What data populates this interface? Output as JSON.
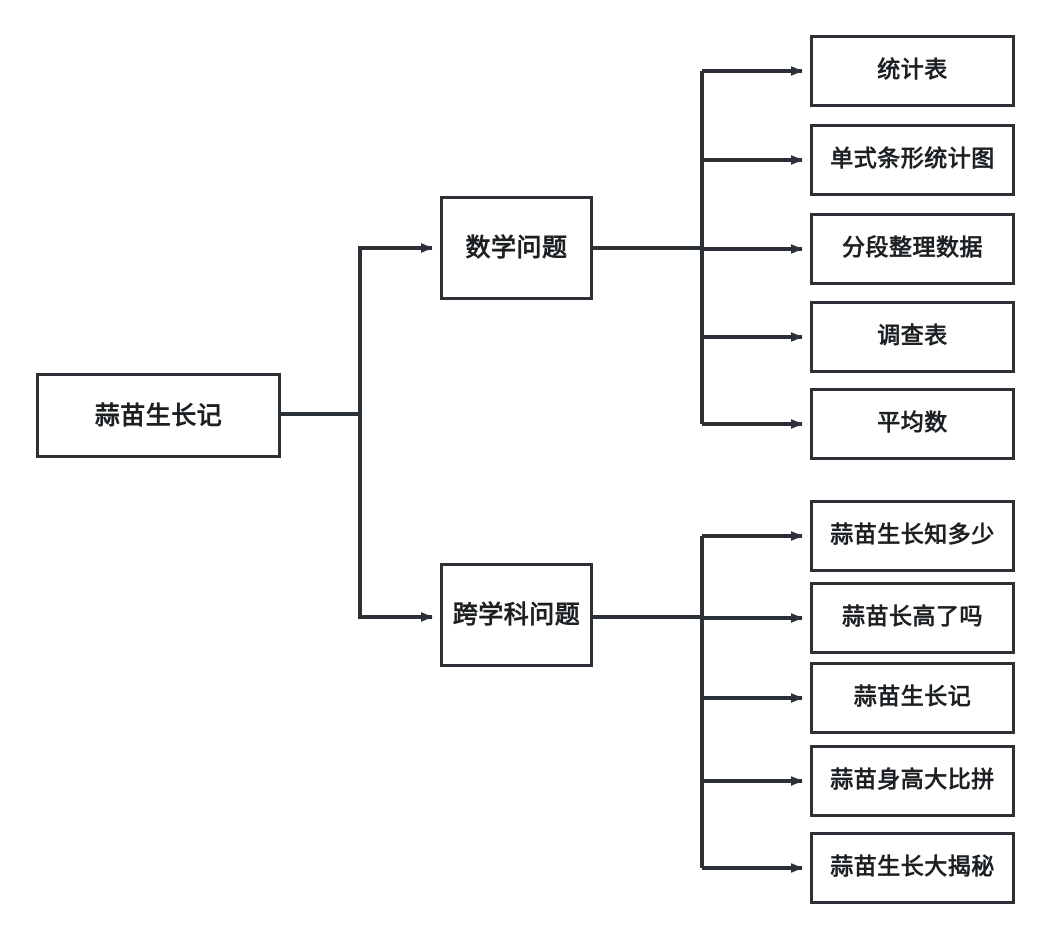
{
  "diagram": {
    "type": "mindmap-flowchart",
    "direction": "left-to-right",
    "root": {
      "id": "root",
      "label": "蒜苗生长记"
    },
    "branches": [
      {
        "id": "math",
        "label": "数学问题",
        "leaves": [
          {
            "id": "math-1",
            "label": "统计表"
          },
          {
            "id": "math-2",
            "label": "单式条形统计图"
          },
          {
            "id": "math-3",
            "label": "分段整理数据"
          },
          {
            "id": "math-4",
            "label": "调查表"
          },
          {
            "id": "math-5",
            "label": "平均数"
          }
        ]
      },
      {
        "id": "cross",
        "label": "跨学科问题",
        "leaves": [
          {
            "id": "cross-1",
            "label": "蒜苗生长知多少"
          },
          {
            "id": "cross-2",
            "label": "蒜苗长高了吗"
          },
          {
            "id": "cross-3",
            "label": "蒜苗生长记"
          },
          {
            "id": "cross-4",
            "label": "蒜苗身高大比拼"
          },
          {
            "id": "cross-5",
            "label": "蒜苗生长大揭秘"
          }
        ]
      }
    ],
    "colors": {
      "stroke": "#2b3137",
      "text": "#1c2023",
      "background": "#ffffff",
      "node_fill": "#ffffff"
    },
    "connectors": {
      "style": "orthogonal-elbow",
      "arrowhead": "filled-triangle"
    }
  }
}
